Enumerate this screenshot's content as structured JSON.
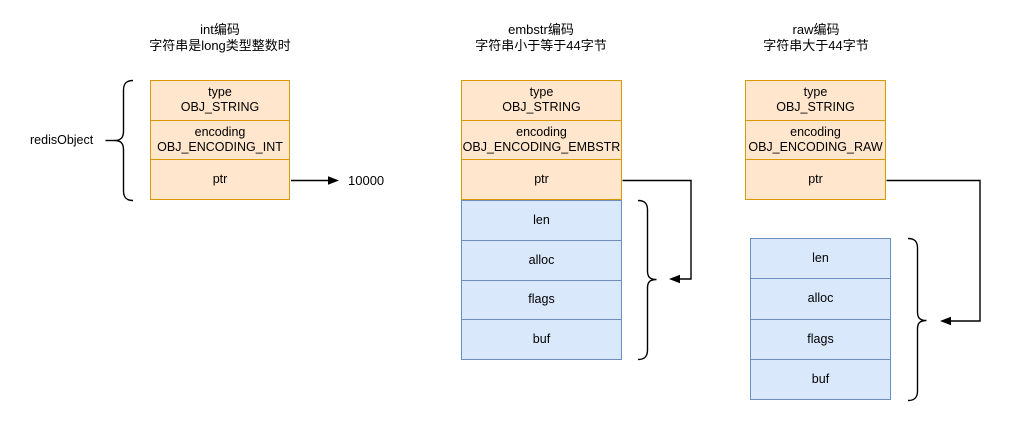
{
  "redis_object_label": "redisObject",
  "colors": {
    "orange_fill": "#FFE6CC",
    "orange_border": "#D79B00",
    "blue_fill": "#DAE8FC",
    "blue_border": "#6C8EBF",
    "line_color": "#000000"
  },
  "columns": [
    {
      "id": "int",
      "title": [
        "int编码",
        "字符串是long类型整数时"
      ],
      "object_block": [
        {
          "field": "type",
          "value": "OBJ_STRING"
        },
        {
          "field": "encoding",
          "value": "OBJ_ENCODING_INT"
        },
        {
          "field": "ptr"
        }
      ],
      "ptr_target": "10000"
    },
    {
      "id": "embstr",
      "title": [
        "embstr编码",
        "字符串小于等于44字节"
      ],
      "object_block": [
        {
          "field": "type",
          "value": "OBJ_STRING"
        },
        {
          "field": "encoding",
          "value": "OBJ_ENCODING_EMBSTR"
        },
        {
          "field": "ptr"
        }
      ],
      "sds_block": [
        "len",
        "alloc",
        "flags",
        "buf"
      ]
    },
    {
      "id": "raw",
      "title": [
        "raw编码",
        "字符串大于44字节"
      ],
      "object_block": [
        {
          "field": "type",
          "value": "OBJ_STRING"
        },
        {
          "field": "encoding",
          "value": "OBJ_ENCODING_RAW"
        },
        {
          "field": "ptr"
        }
      ],
      "sds_block": [
        "len",
        "alloc",
        "flags",
        "buf"
      ]
    }
  ]
}
